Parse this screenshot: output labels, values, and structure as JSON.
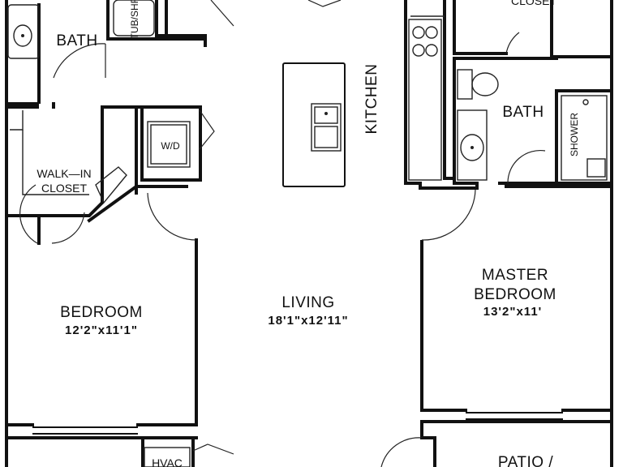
{
  "plan": {
    "rooms": {
      "bath_left": "BATH",
      "walkin_closet_line1": "WALK—IN",
      "walkin_closet_line2": "CLOSET",
      "wd": "W/D",
      "tub": "TUB/SHR",
      "kitchen": "KITCHEN",
      "closet_top": "CLOSET",
      "bath_right": "BATH",
      "shower": "SHOWER",
      "living": "LIVING",
      "living_dim": "18'1\"x12'11\"",
      "bedroom": "BEDROOM",
      "bedroom_dim": "12'2\"x11'1\"",
      "master_line1": "MASTER",
      "master_line2": "BEDROOM",
      "master_dim": "13'2\"x11'",
      "hvac": "HVAC",
      "patio": "PATIO /"
    }
  }
}
